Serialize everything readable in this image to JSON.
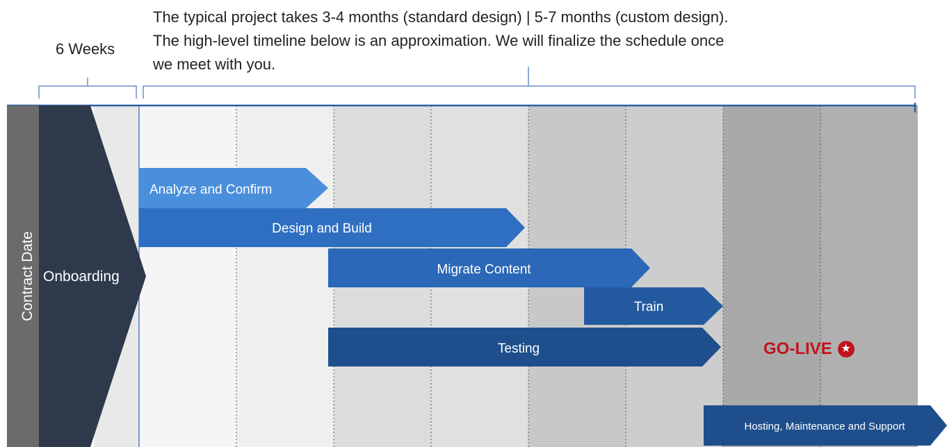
{
  "intro": {
    "line1": "The typical project takes 3-4 months (standard design) | 5-7 months (custom design).",
    "line2": "The high-level timeline below is an approximation.  We will finalize the schedule once",
    "line3": "we meet with you."
  },
  "onboarding_duration": "6 Weeks",
  "contract_date": "Contract Date",
  "onboarding": "Onboarding",
  "phases": [
    {
      "label": "Analyze and Confirm"
    },
    {
      "label": "Design and Build"
    },
    {
      "label": "Migrate Content"
    },
    {
      "label": "Train"
    },
    {
      "label": "Testing"
    },
    {
      "label": "Hosting, Maintenance and Support"
    }
  ],
  "go_live": "GO-LIVE",
  "go_live_icon": "star-circle-icon",
  "colors": {
    "contract_date_bar": "#6b6b6b",
    "onboarding_chevron": "#2e3a4c",
    "phase_light": "#4a8fdc",
    "phase_mid": "#2f6fc2",
    "phase_dark": "#235a9f",
    "phase_darkest": "#1e4f8c",
    "go_live": "#c0141c"
  }
}
